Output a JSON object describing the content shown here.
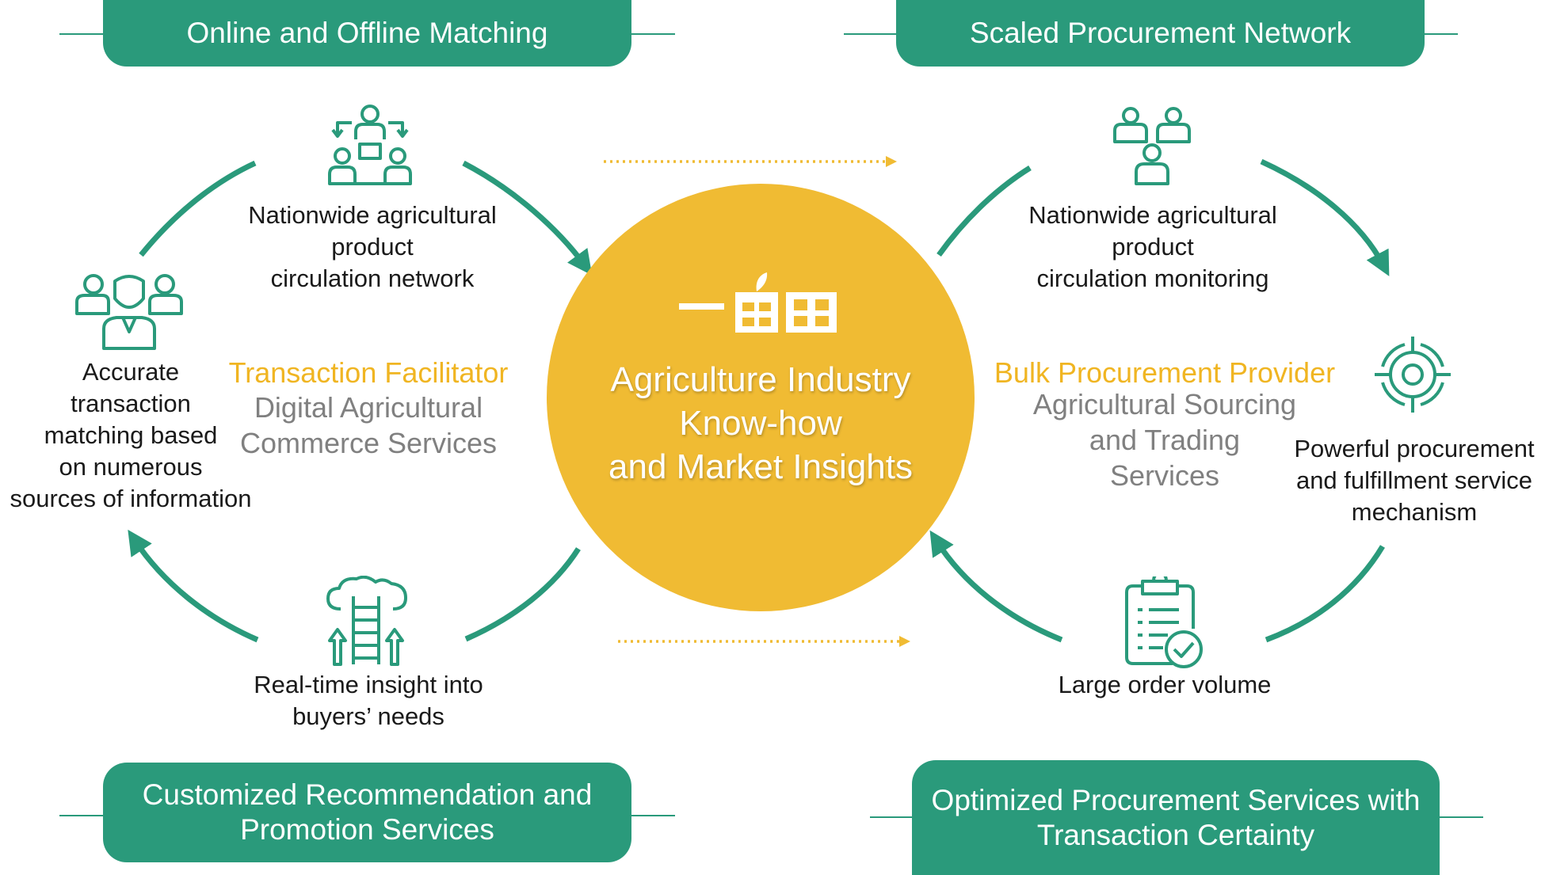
{
  "pills": {
    "top_left": "Online and Offline Matching",
    "top_right": "Scaled Procurement Network",
    "bottom_left_line1": "Customized Recommendation and",
    "bottom_left_line2": "Promotion Services",
    "bottom_right_line1": "Optimized Procurement Services with",
    "bottom_right_line2": "Transaction Certainty"
  },
  "center": {
    "line1": "Agriculture Industry",
    "line2": "Know-how",
    "line3": "and Market Insights"
  },
  "left": {
    "role": "Transaction Facilitator",
    "service_line1": "Digital Agricultural",
    "service_line2": "Commerce Services",
    "top_item": [
      "Nationwide agricultural",
      "product",
      "circulation network"
    ],
    "side_item": [
      "Accurate",
      "transaction",
      "matching based",
      "on numerous",
      "sources of information"
    ],
    "bottom_item": [
      "Real-time insight into",
      "buyers’ needs"
    ]
  },
  "right": {
    "role": "Bulk Procurement Provider",
    "service_line1": "Agricultural Sourcing",
    "service_line2": "and Trading",
    "service_line3": "Services",
    "top_item": [
      "Nationwide agricultural",
      "product",
      "circulation monitoring"
    ],
    "side_item": [
      "Powerful procurement",
      "and fulfillment service",
      "mechanism"
    ],
    "bottom_item": [
      "Large order volume"
    ]
  },
  "colors": {
    "teal": "#2a9a7b",
    "gold": "#f0bb33",
    "role_gold": "#f0b522",
    "service_gray": "#808080"
  },
  "icons": {
    "network_icon": "people-network-icon",
    "team_icon": "team-icon",
    "insight_icon": "cloud-ladder-icon",
    "monitor_icon": "people-group-icon",
    "target_icon": "target-icon",
    "order_icon": "clipboard-check-icon",
    "logo_icon": "logo-icon"
  }
}
